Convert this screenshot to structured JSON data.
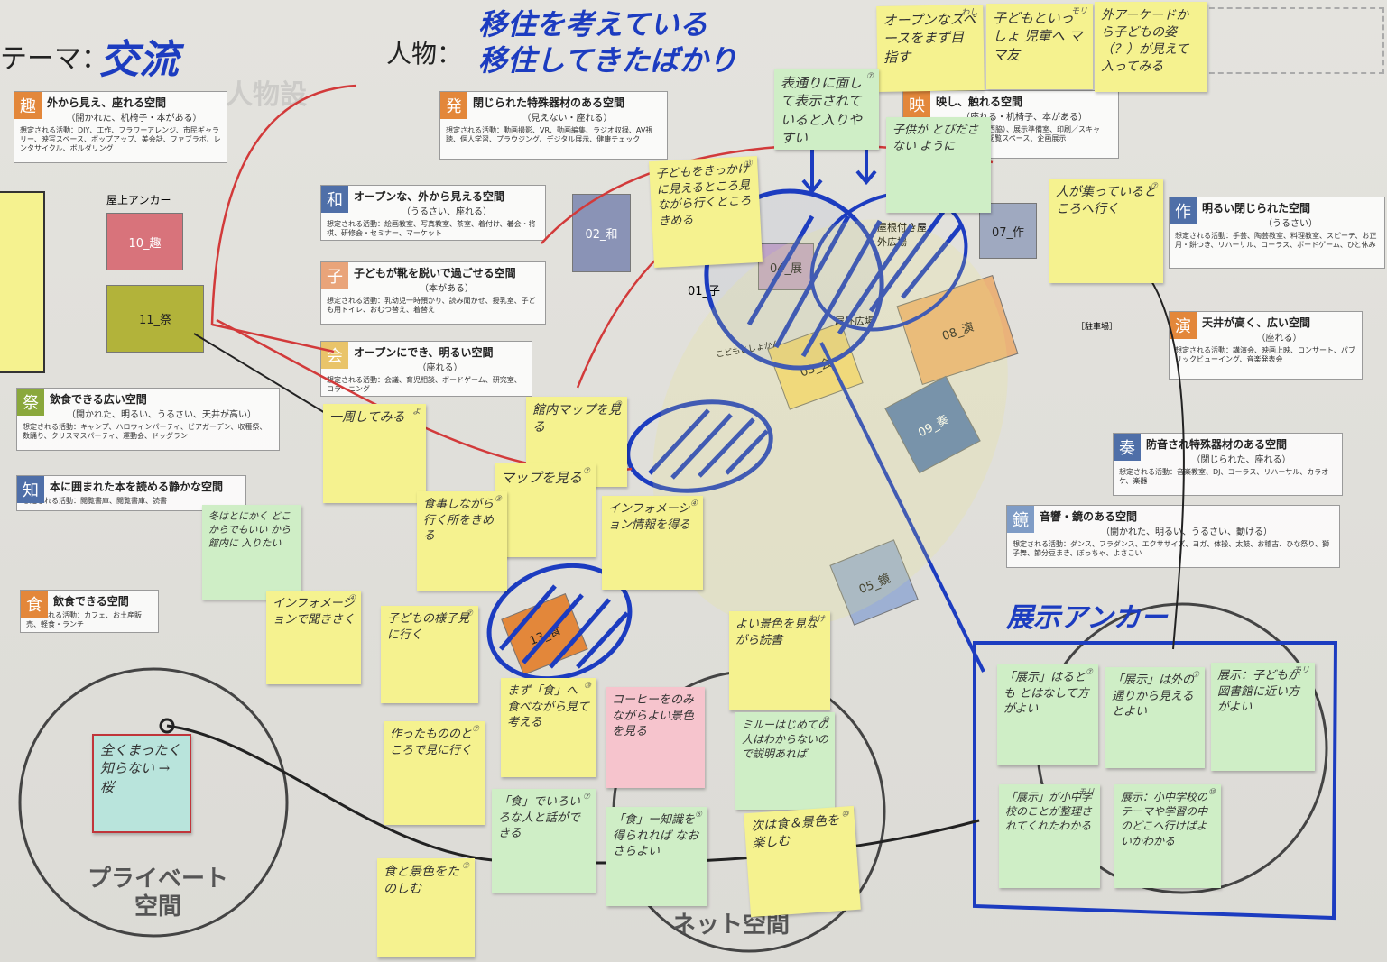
{
  "header": {
    "theme_label": "テーマ：",
    "theme_value": "交流",
    "person_label": "人物：",
    "person_line1": "移住を考えている",
    "person_line2": "移住してきたばかり"
  },
  "zones": {
    "shu": {
      "badge": "趣",
      "title": "外から見え、座れる空間",
      "sub": "（開かれた、机椅子・本がある）",
      "act": "想定される活動：DIY、工作、フラワーアレンジ、市民ギャラリー、映写スペース、ポップアップ、美会話、ファブラボ、レンタサイクル、ボルダリング"
    },
    "hatsu": {
      "badge": "発",
      "title": "閉じられた特殊器材のある空間",
      "sub": "（見えない・座れる）",
      "act": "想定される活動：動画撮影、VR、動画編集、ラジオ収録、AV視聴、個人学習、プラウジング、デジタル展示、健康チェック"
    },
    "wa": {
      "badge": "和",
      "title": "オープンな、外から見える空間",
      "sub": "（うるさい、座れる）",
      "act": "想定される活動：絵画教室、写真教室、茶室、着付け、碁会・将棋、研修会・セミナー、マーケット"
    },
    "kodomo": {
      "badge": "子",
      "title": "子どもが靴を脱いで過ごせる空間",
      "sub": "（本がある）",
      "act": "想定される活動：乳幼児一時預かり、読み聞かせ、授乳室、子ども用トイレ、おむつ替え、着替え"
    },
    "kai": {
      "badge": "会",
      "title": "オープンにでき、明るい空間",
      "sub": "（座れる）",
      "act": "想定される活動：会議、育児相談、ボードゲーム、研究室、コラーニング"
    },
    "matsuri": {
      "badge": "祭",
      "title": "飲食できる広い空間",
      "sub": "（開かれた、明るい、うるさい、天井が高い）",
      "act": "想定される活動：キャンプ、ハロウィンパーティ、ビアガーデン、収穫祭、数踊り、クリスマスパーティ、運動会、ドッグラン"
    },
    "chi": {
      "badge": "知",
      "title": "本に囲まれた本を読める静かな空間",
      "sub": "",
      "act": "想定される活動：閲覧書庫、閲覧書庫、読書"
    },
    "shoku": {
      "badge": "食",
      "title": "飲食できる空間",
      "sub": "",
      "act": "想定される活動：カフェ、お土産販売、軽食・ランチ"
    },
    "ei": {
      "badge": "映",
      "title": "映し、触れる空間",
      "sub": "（座れる・机椅子、本がある）",
      "act": "想定される活動：展示（西脇）、展示準備室、印刷／スキャン、ポップアップ、資料閲覧スペース、企画展示"
    },
    "saku": {
      "badge": "作",
      "title": "明るい閉じられた空間",
      "sub": "（うるさい）",
      "act": "想定される活動：手芸、陶芸教室、料理教室、スピーチ、お正月・餅つき、リハーサル、コーラス、ボードゲーム、ひと休み"
    },
    "en": {
      "badge": "演",
      "title": "天井が高く、広い空間",
      "sub": "（座れる）",
      "act": "想定される活動：講演会、映画上映、コンサート、パブリックビューイング、音楽発表会"
    },
    "sou": {
      "badge": "奏",
      "title": "防音され特殊器材のある空間",
      "sub": "（閉じられた、座れる）",
      "act": "想定される活動：音楽教室、DJ、コーラス、リハーサル、カラオケ、楽器"
    },
    "kyo": {
      "badge": "鏡",
      "title": "音響・鏡のある空間",
      "sub": "（開かれた、明るい、うるさい、動ける）",
      "act": "想定される活動：ダンス、フラダンス、エクササイズ、ヨガ、体操、太鼓、お稽古、ひな祭り、獅子舞、節分豆まき、ぼっちゃ、よさこい"
    }
  },
  "rooms": {
    "r10": "10_趣",
    "r11": "11_祭",
    "r02": "02_和",
    "r04": "04_展",
    "r07": "07_作",
    "r08": "08_演",
    "r03": "03_会",
    "r09": "09_奏",
    "r05": "05_鏡",
    "r13": "13_食",
    "r01": "01_子",
    "rooftop": "屋上アンカー",
    "roof_outdoor": "屋根付き屋外広場",
    "plaza": "屋外広場",
    "parking": "［駐車場］",
    "kodomo_area": "こどもとしょかん"
  },
  "circles": {
    "private": "プライベート空間",
    "net": "ネット空間"
  },
  "tenji_anchor": "展示アンカー",
  "notes": {
    "n1": {
      "text": "オープンなスペースをまず目指す",
      "num": "わし"
    },
    "n2": {
      "text": "子どもといっしょ 児童へ ママ友",
      "num": "モリ"
    },
    "n3": {
      "text": "外アーケードから子どもの姿（？）が見えて入ってみる",
      "num": ""
    },
    "n4": {
      "text": "表通りに面して表示されていると入りやすい",
      "num": "⑦"
    },
    "n5": {
      "text": "子供が とびださない ように",
      "num": ""
    },
    "n6": {
      "text": "子どもをきっかけに見えるところ見ながら行くところきめる",
      "num": "⑬"
    },
    "n7": {
      "text": "人が集っているところへ行く",
      "num": "⑦"
    },
    "n8": {
      "text": "一周してみる",
      "num": "よ"
    },
    "n9": {
      "text": "館内マップを見る",
      "num": "⑦"
    },
    "n10": {
      "text": "マップを見る",
      "num": "⑦"
    },
    "n11": {
      "text": "食事しながら行く所をきめる",
      "num": "③"
    },
    "n12": {
      "text": "インフォメーション情報を得る",
      "num": "④"
    },
    "n13": {
      "text": "冬はとにかく どこからでもいい から館内に 入りたい",
      "num": ""
    },
    "n14": {
      "text": "インフォメーションで聞きさく",
      "num": "④"
    },
    "n15": {
      "text": "子どもの様子見に行く",
      "num": "⑦"
    },
    "n16": {
      "text": "よい景色を見ながら読書",
      "num": "わけ"
    },
    "n17": {
      "text": "まず「食」へ 食べながら見て 考える",
      "num": "⑩"
    },
    "n18": {
      "text": "コーヒーをのみながらよい景色を見る",
      "num": ""
    },
    "n19": {
      "text": "作ったもののところで見に行く",
      "num": "⑦"
    },
    "n20": {
      "text": "ミルーはじめての人はわからないので説明あれば",
      "num": "⑩"
    },
    "n21": {
      "text": "「食」でいろいろな人と話ができる",
      "num": "⑦"
    },
    "n22": {
      "text": "「食」ー知識を得られれば なおさらよい",
      "num": "⑥"
    },
    "n23": {
      "text": "次は食＆景色を楽しむ",
      "num": "⑩"
    },
    "n24": {
      "text": "食と景色をたのしむ",
      "num": "⑦"
    },
    "n25": {
      "text": "全くまったく知らない → 桜",
      "num": ""
    },
    "n26": {
      "text": "「展示」はるとも とはなして方がよい",
      "num": "⑦"
    },
    "n27": {
      "text": "「展示」は外の通りから見えるとよい",
      "num": "⑦"
    },
    "n28": {
      "text": "展示：子どもが図書館に近い方がよい",
      "num": "モリ"
    },
    "n29": {
      "text": "「展示」が小中学校のことが整理されてくれたわかる",
      "num": "モリ"
    },
    "n30": {
      "text": "展示：小中学校のテーマや学習の中のどこへ行けばよいかわかる",
      "num": "⑩"
    }
  },
  "colors": {
    "badge_orange": "#e3873a",
    "badge_blue": "#4f6fa8",
    "badge_green": "#8aa83c",
    "pen_blue": "#1c3cc0",
    "pen_red": "#d23a3a"
  }
}
